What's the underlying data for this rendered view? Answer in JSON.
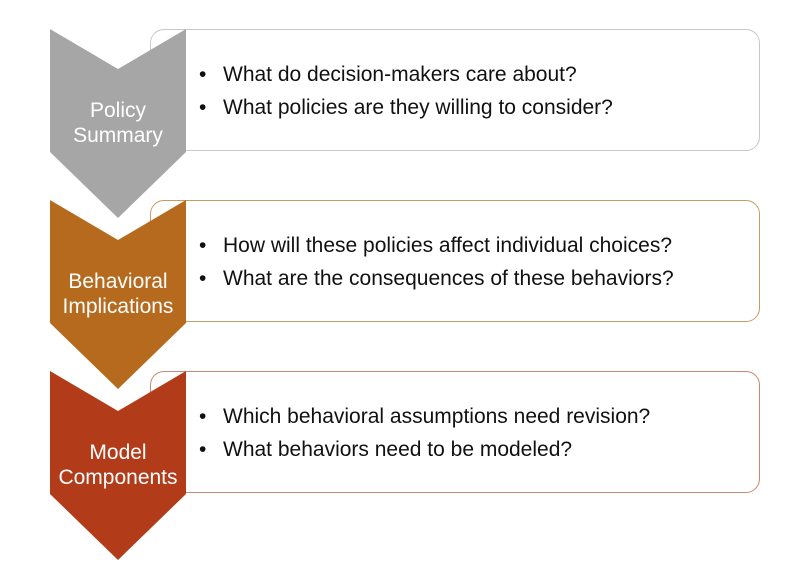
{
  "stages": [
    {
      "label_line1": "Policy",
      "label_line2": "Summary",
      "color": "#a6a6a6",
      "border": "#c8c8c8",
      "bullets": [
        "What do decision-makers care about?",
        "What policies are they willing to consider?"
      ]
    },
    {
      "label_line1": "Behavioral",
      "label_line2": "Implications",
      "color": "#b56a1e",
      "border": "#c99a66",
      "bullets": [
        "How will these policies affect individual choices?",
        "What are the consequences of these behaviors?"
      ]
    },
    {
      "label_line1": "Model",
      "label_line2": "Components",
      "color": "#b23c1a",
      "border": "#c98a72",
      "bullets": [
        "Which behavioral assumptions need revision?",
        "What behaviors need to be modeled?"
      ]
    }
  ],
  "bullet_glyph": "•"
}
